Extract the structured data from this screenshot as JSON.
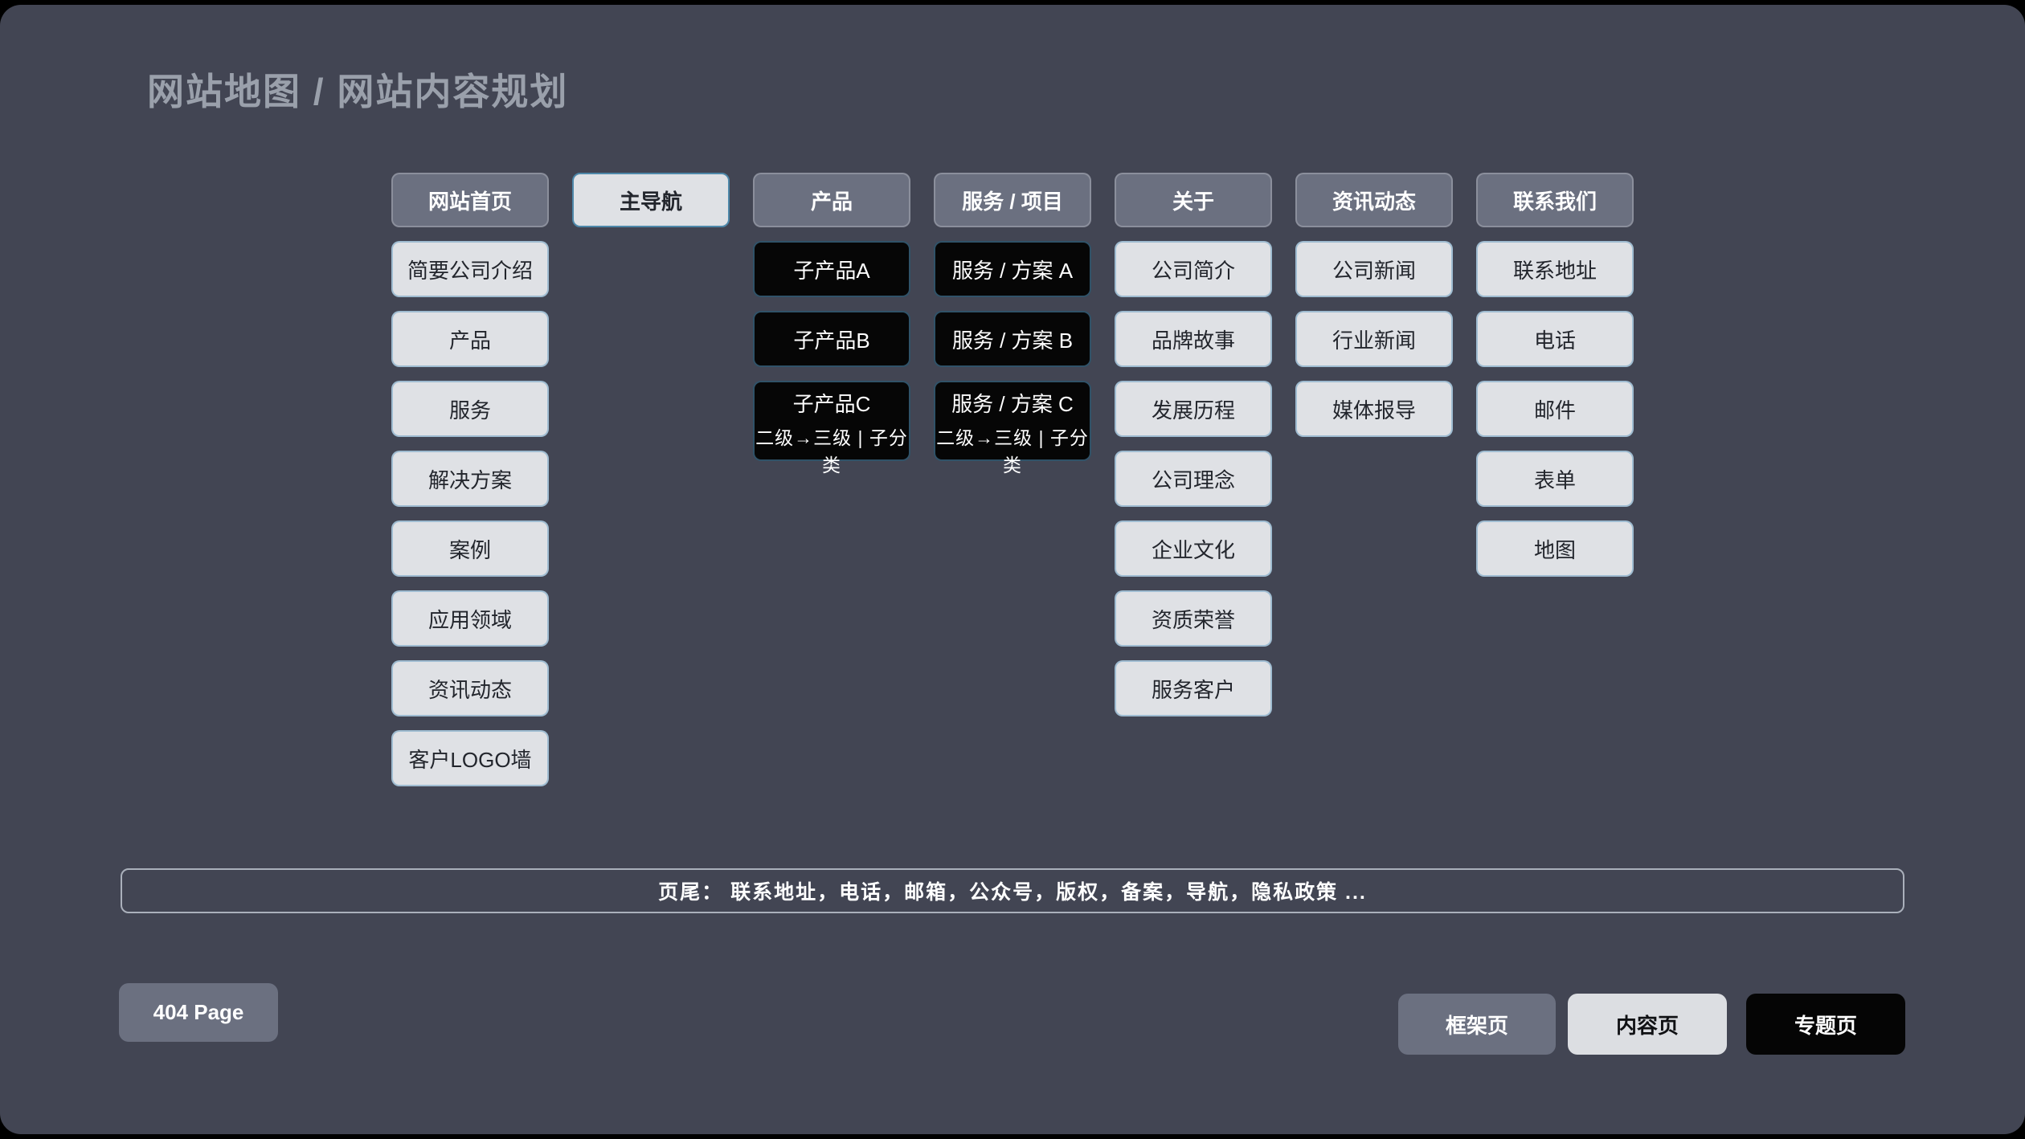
{
  "page": {
    "title": "网站地图 / 网站内容规划"
  },
  "colors": {
    "page_background": "#000000",
    "canvas_background": "#424553",
    "gray_node": "#6b7080",
    "light_node": "#dfe1e5",
    "black_node": "#060606",
    "light_node_border": "#4e88aa",
    "title_text": "#9aa0ab",
    "footer_border": "#aab0bb"
  },
  "sitemap": {
    "columns": [
      {
        "header": "网站首页",
        "items": [
          {
            "label": "简要公司介绍"
          },
          {
            "label": "产品"
          },
          {
            "label": "服务"
          },
          {
            "label": "解决方案"
          },
          {
            "label": "案例"
          },
          {
            "label": "应用领域"
          },
          {
            "label": "资讯动态"
          },
          {
            "label": "客户LOGO墙"
          }
        ]
      },
      {
        "header": "主导航",
        "items": []
      },
      {
        "header": "产品",
        "items": [
          {
            "label": "子产品A"
          },
          {
            "label": "子产品B"
          },
          {
            "label": "子产品C",
            "sub": "二级→三级 | 子分类"
          }
        ]
      },
      {
        "header": "服务 / 项目",
        "items": [
          {
            "label": "服务 / 方案 A"
          },
          {
            "label": "服务 / 方案 B"
          },
          {
            "label": "服务 / 方案 C",
            "sub": "二级→三级 | 子分类"
          }
        ]
      },
      {
        "header": "关于",
        "items": [
          {
            "label": "公司简介"
          },
          {
            "label": "品牌故事"
          },
          {
            "label": "发展历程"
          },
          {
            "label": "公司理念"
          },
          {
            "label": "企业文化"
          },
          {
            "label": "资质荣誉"
          },
          {
            "label": "服务客户"
          }
        ]
      },
      {
        "header": "资讯动态",
        "items": [
          {
            "label": "公司新闻"
          },
          {
            "label": "行业新闻"
          },
          {
            "label": "媒体报导"
          }
        ]
      },
      {
        "header": "联系我们",
        "items": [
          {
            "label": "联系地址"
          },
          {
            "label": "电话"
          },
          {
            "label": "邮件"
          },
          {
            "label": "表单"
          },
          {
            "label": "地图"
          }
        ]
      }
    ]
  },
  "footer": {
    "label": "页尾：  联系地址，电话，邮箱，公众号，版权，备案，导航，隐私政策 ..."
  },
  "actions": {
    "notfound_label": "404 Page",
    "legend": [
      {
        "label": "框架页",
        "style": "gray"
      },
      {
        "label": "内容页",
        "style": "light"
      },
      {
        "label": "专题页",
        "style": "black"
      }
    ]
  }
}
